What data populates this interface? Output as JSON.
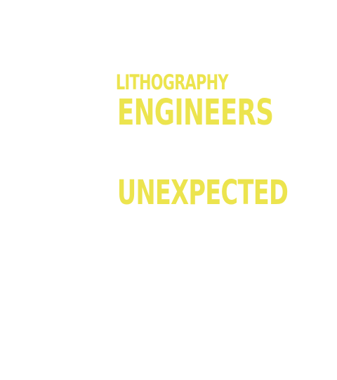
{
  "design": {
    "lines": [
      {
        "text": "LITHOGRAPHY",
        "color": "#ece44e"
      },
      {
        "text": "ENGINEERS",
        "color": "#ece44e"
      },
      {
        "text": "",
        "color": "#ffffff"
      },
      {
        "text": "",
        "color": "#ffffff"
      },
      {
        "text": "UNEXPECTED",
        "color": "#ece44e"
      },
      {
        "text": "",
        "color": "#ffffff"
      }
    ]
  }
}
